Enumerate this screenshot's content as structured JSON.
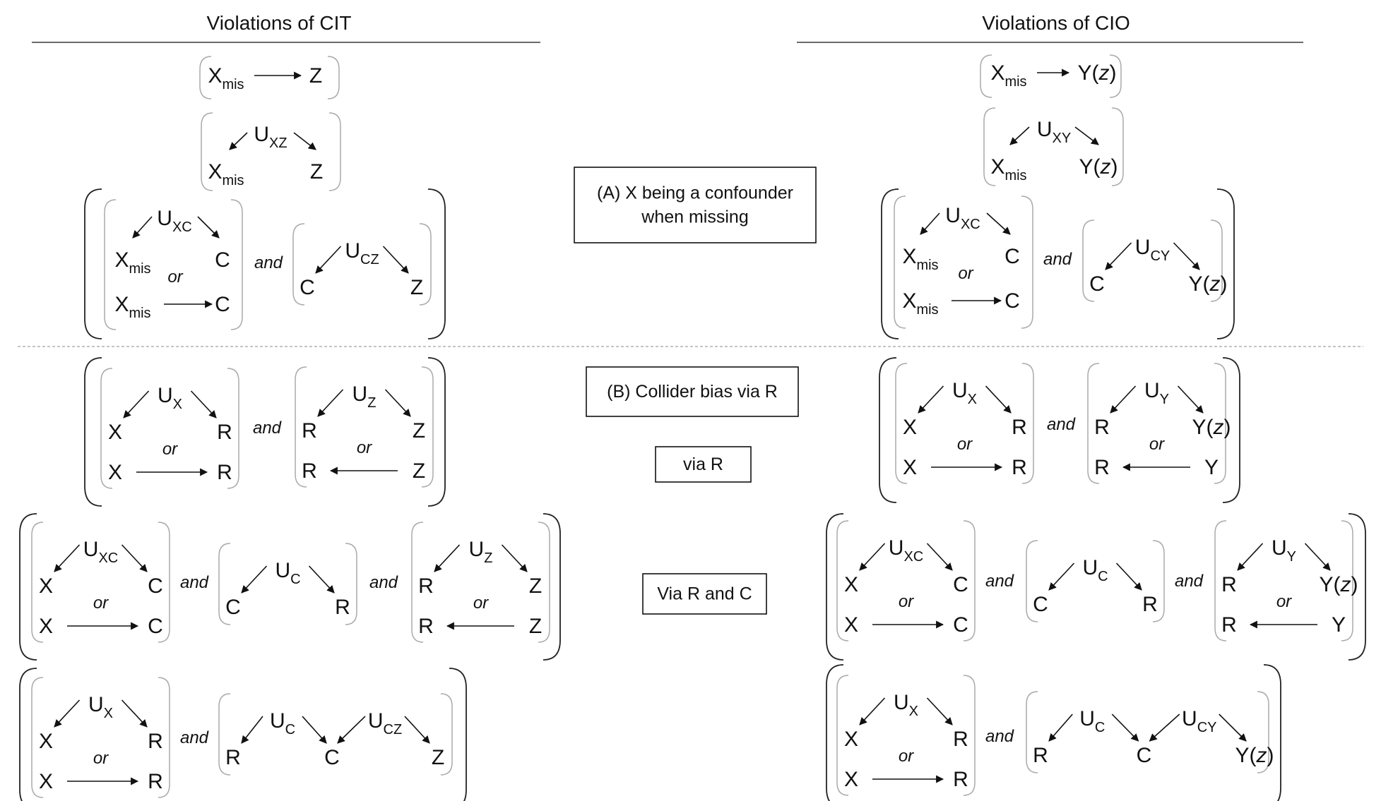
{
  "headers": {
    "left": "Violations of CIT",
    "right": "Violations of CIO"
  },
  "labels": {
    "a_line1": "(A) X being a confounder",
    "a_line2": "when missing",
    "b_main": "(B) Collider bias via R",
    "b_via_r": "via R",
    "b_via_rc": "Via R and C"
  },
  "connectors": {
    "and": "and",
    "or": "or"
  },
  "nodes": {
    "x": "X",
    "x_mis_base": "X",
    "mis_sub": "mis",
    "z": "Z",
    "c": "C",
    "r": "R",
    "u": "U",
    "y": "Y",
    "yz_open": "Y(",
    "yz_var": "z",
    "yz_close": ")"
  },
  "subscripts": {
    "xz": "XZ",
    "xc": "XC",
    "cz": "CZ",
    "xy": "XY",
    "cy": "CY",
    "x": "X",
    "z": "Z",
    "y": "Y",
    "c": "C"
  },
  "colors": {
    "ink": "#111111",
    "inner_bracket": "#aaaaaa",
    "outer_bracket": "#222222",
    "divider": "#888888"
  }
}
